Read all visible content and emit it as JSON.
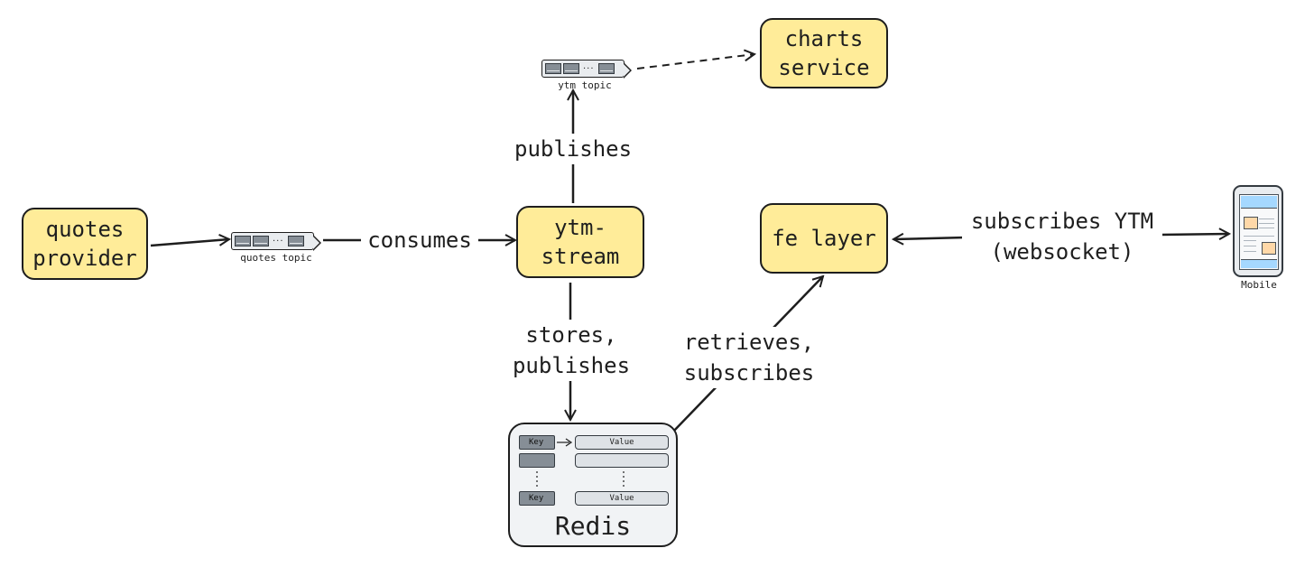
{
  "nodes": {
    "quotes_provider": "quotes\nprovider",
    "ytm_stream": "ytm-\nstream",
    "charts_service": "charts\nservice",
    "fe_layer": "fe layer",
    "redis": "Redis",
    "mobile": "Mobile"
  },
  "topics": {
    "quotes_topic": "quotes topic",
    "ytm_topic": "ytm topic"
  },
  "edges": {
    "consumes": "consumes",
    "publishes": "publishes",
    "stores_publishes": "stores,\npublishes",
    "retrieves_subscribes": "retrieves,\nsubscribes",
    "subscribes_ytm": "subscribes YTM\n(websocket)"
  },
  "redis_table": {
    "key_label": "Key",
    "value_label": "Value"
  },
  "colors": {
    "box_fill": "#ffec99",
    "stroke": "#1e1e1e"
  }
}
